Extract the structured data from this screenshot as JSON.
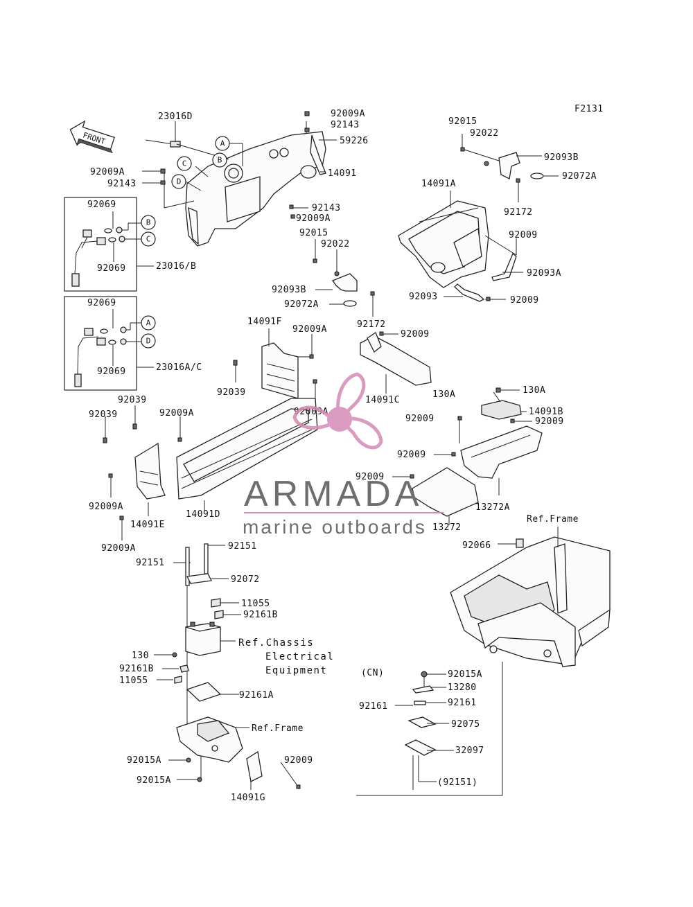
{
  "figure_code": "F2131",
  "front_arrow": "FRONT",
  "callouts": [
    "A",
    "B",
    "C",
    "D"
  ],
  "labels": {
    "p23016D": "23016D",
    "p92009A_top": "92009A",
    "p92143_top": "92143",
    "p59226": "59226",
    "p92009A_l": "92009A",
    "p92143_l": "92143",
    "p14091": "14091",
    "p92143_m": "92143",
    "p92009A_m": "92009A",
    "p92015_r": "92015",
    "p92022_r": "92022",
    "p92093B_r": "92093B",
    "p92072A_r": "92072A",
    "p14091A": "14091A",
    "p92172_r": "92172",
    "p92009_r1": "92009",
    "p92093A": "92093A",
    "p92093": "92093",
    "p92009_r2": "92009",
    "p92069_1": "92069",
    "p92069_2": "92069",
    "p23016B": "23016/B",
    "p92069_3": "92069",
    "p92069_4": "92069",
    "p23016AC": "23016A/C",
    "p92015_c": "92015",
    "p92022_c": "92022",
    "p92093B_c": "92093B",
    "p92072A_c": "92072A",
    "p92172_c": "92172",
    "p14091F": "14091F",
    "p92009A_f": "92009A",
    "p92009_c": "92009",
    "p92039_1": "92039",
    "p14091C": "14091C",
    "p130A_1": "130A",
    "p130A_2": "130A",
    "p14091B": "14091B",
    "p92039_2": "92039",
    "p92039_3": "92039",
    "p92009A_d1": "92009A",
    "p92009A_d2": "92009A",
    "p92009_s1": "92009",
    "p92009_s2": "92009",
    "p92009_s3": "92009",
    "p92009_s4": "92009",
    "p13272A": "13272A",
    "p13272": "13272",
    "p92009A_e1": "92009A",
    "p14091E": "14091E",
    "p14091D": "14091D",
    "p92009A_e2": "92009A",
    "pRefFrame1": "Ref.Frame",
    "p92066": "92066",
    "p92151_1": "92151",
    "p92151_2": "92151",
    "p92072": "92072",
    "p11055_1": "11055",
    "p92161B_1": "92161B",
    "pRefChassis1": "Ref.Chassis",
    "pRefChassis2": "Electrical",
    "pRefChassis3": "Equipment",
    "p130": "130",
    "p92161B_2": "92161B",
    "p11055_2": "11055",
    "p92161A": "92161A",
    "pRefFrame2": "Ref.Frame",
    "p92015A_1": "92015A",
    "p92015A_2": "92015A",
    "p92009_b": "92009",
    "p14091G": "14091G",
    "pCN": "(CN)",
    "p92015A_cn": "92015A",
    "p13280": "13280",
    "p92161_1": "92161",
    "p92161_2": "92161",
    "p92075": "92075",
    "p32097": "32097",
    "p92151_cn": "(92151)"
  },
  "watermark": {
    "title": "ARMADA",
    "subtitle": "marine outboards",
    "logo_color": "#d58ab6"
  },
  "colors": {
    "ink": "#222222",
    "watermark_text": "#6e6e6e",
    "watermark_logo": "#d58ab6"
  }
}
